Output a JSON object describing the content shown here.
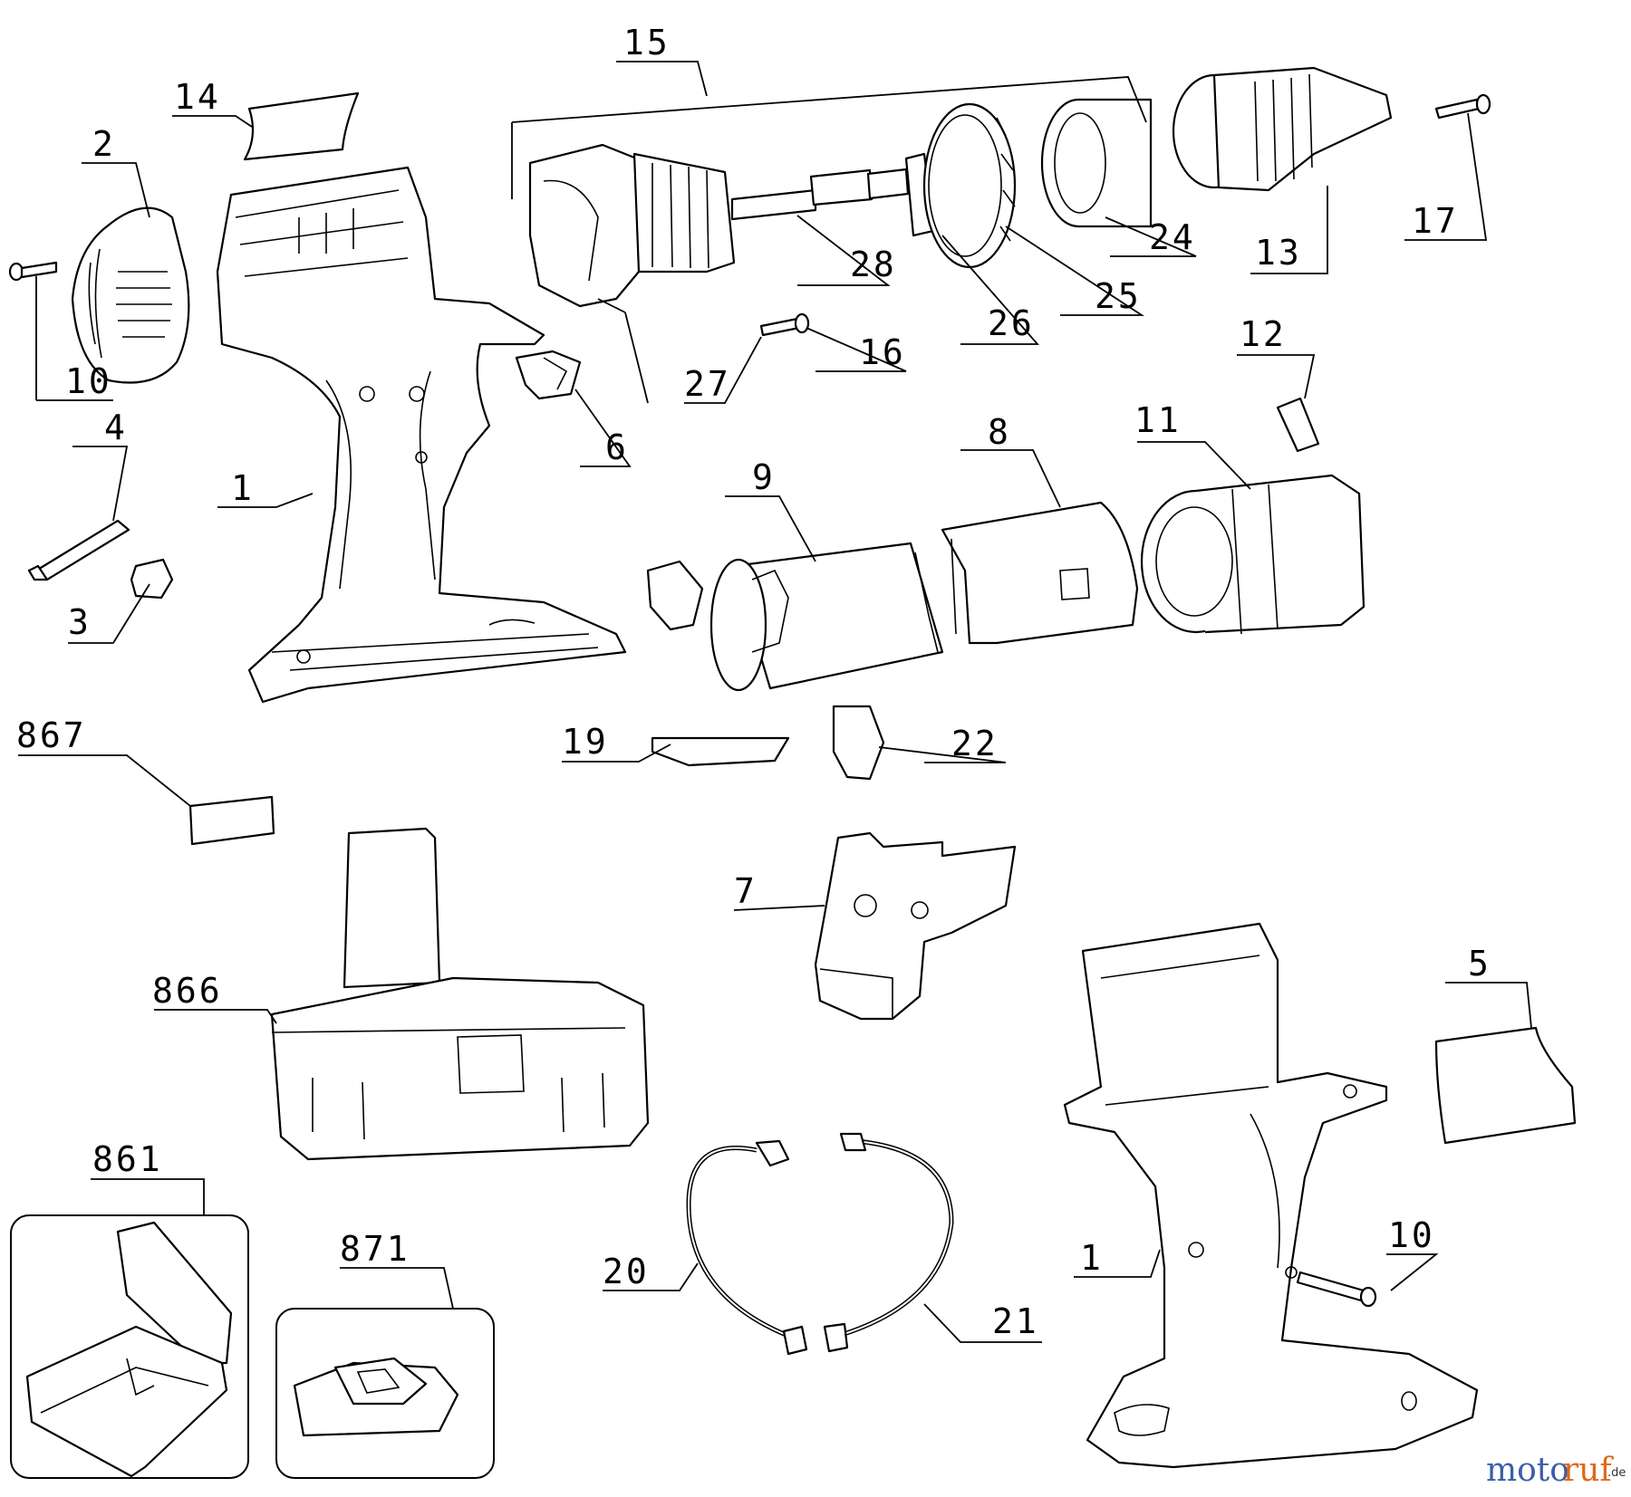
{
  "labels": {
    "p1_top": "1",
    "p1_bottom": "1",
    "p2": "2",
    "p3": "3",
    "p4": "4",
    "p5": "5",
    "p6": "6",
    "p7": "7",
    "p8": "8",
    "p9": "9",
    "p10_top": "10",
    "p10_bottom": "10",
    "p11": "11",
    "p12": "12",
    "p13": "13",
    "p14": "14",
    "p15": "15",
    "p16": "16",
    "p17": "17",
    "p19": "19",
    "p20": "20",
    "p21": "21",
    "p22": "22",
    "p24": "24",
    "p25": "25",
    "p26": "26",
    "p27": "27",
    "p28": "28",
    "p861": "861",
    "p866": "866",
    "p867": "867",
    "p871": "871"
  },
  "watermark": {
    "part1": "moto",
    "part2": "ruf",
    "suffix": ".de"
  }
}
